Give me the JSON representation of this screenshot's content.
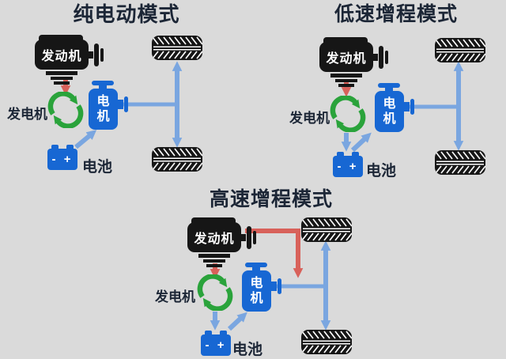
{
  "canvas": {
    "background": "#dadada"
  },
  "colors": {
    "device_blue": "#1767d3",
    "arrow_blue": "#7aa6e0",
    "arrow_red": "#d8615a",
    "generator_green": "#2aa33b",
    "icon_black": "#161616",
    "text_dark": "#1c2636"
  },
  "diagrams": [
    {
      "title": "纯电动模式",
      "labels": {
        "engine": "发动机",
        "generator": "发电机",
        "motor": "电机",
        "battery": "电池",
        "battery_terminals": "- +"
      },
      "flows": [
        {
          "from": "发动机",
          "to": "发电机",
          "color": "red"
        },
        {
          "from": "电池",
          "to": "电机",
          "color": "blue"
        },
        {
          "from": "电机",
          "to": "车轮",
          "color": "blue",
          "style": "double-headed-axle"
        }
      ]
    },
    {
      "title": "低速增程模式",
      "labels": {
        "engine": "发动机",
        "generator": "发电机",
        "motor": "电机",
        "battery": "电池",
        "battery_terminals": "- +"
      },
      "flows": [
        {
          "from": "发动机",
          "to": "发电机",
          "color": "red"
        },
        {
          "from": "发电机",
          "to": "电池",
          "color": "blue"
        },
        {
          "from": "电池",
          "to": "电机",
          "color": "blue"
        },
        {
          "from": "电机",
          "to": "车轮",
          "color": "blue",
          "style": "double-headed-axle"
        }
      ]
    },
    {
      "title": "高速增程模式",
      "labels": {
        "engine": "发动机",
        "generator": "发电机",
        "motor": "电机",
        "battery": "电池",
        "battery_terminals": "- +"
      },
      "flows": [
        {
          "from": "发动机",
          "to": "发电机",
          "color": "red"
        },
        {
          "from": "发动机",
          "to": "车轮",
          "color": "red"
        },
        {
          "from": "发电机",
          "to": "电池",
          "color": "blue"
        },
        {
          "from": "电池",
          "to": "电机",
          "color": "blue"
        },
        {
          "from": "电机",
          "to": "车轮",
          "color": "blue",
          "style": "double-headed-axle"
        }
      ]
    }
  ]
}
